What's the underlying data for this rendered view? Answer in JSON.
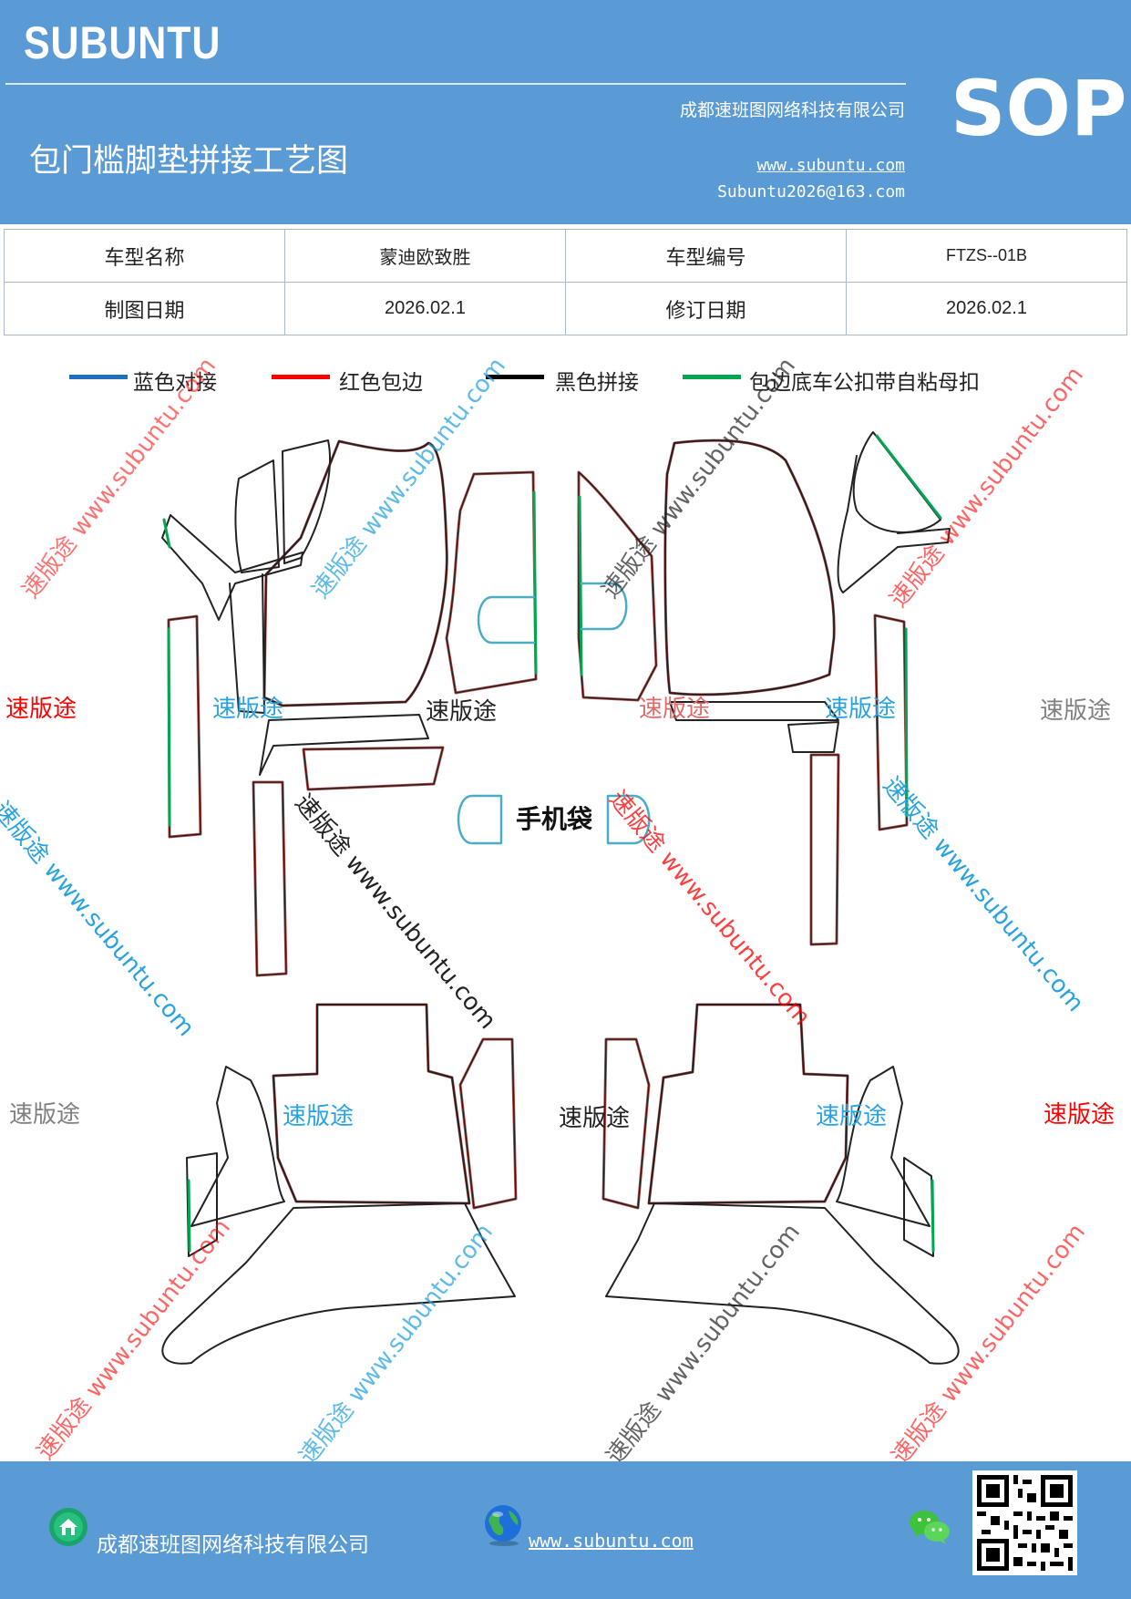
{
  "header": {
    "brand": "SUBUNTU",
    "company": "成都速班图网络科技有限公司",
    "title": "包门槛脚垫拼接工艺图",
    "website": "www.subuntu.com",
    "email": "Subuntu2026@163.com",
    "doc_type": "SOP",
    "bg_color": "#5b9bd5"
  },
  "info_table": {
    "rows": [
      [
        "车型名称",
        "蒙迪欧致胜",
        "车型编号",
        "FTZS--01B"
      ],
      [
        "制图日期",
        "2026.02.1",
        "修订日期",
        "2026.02.1"
      ]
    ]
  },
  "legend": [
    {
      "label": "蓝色对接",
      "color": "#1f6fbf"
    },
    {
      "label": "红色包边",
      "color": "#ff0000"
    },
    {
      "label": "黑色拼接",
      "color": "#000000"
    },
    {
      "label": "包边底车公扣带自粘母扣",
      "color": "#00a651"
    }
  ],
  "diagram": {
    "label": "手机袋",
    "outline_color": "#222222",
    "edge_color": "#c0504d",
    "green_color": "#00a651",
    "pocket_color": "#4bacc6"
  },
  "watermarks": {
    "brand_text": "速版途",
    "url_text": "速版途 www.subuntu.com",
    "colors": [
      "#ff0000",
      "#29a3e0",
      "#222222",
      "#808080"
    ]
  },
  "footer": {
    "company": "成都速班图网络科技有限公司",
    "website": "www.subuntu.com",
    "icons": [
      "home-icon",
      "globe-icon",
      "wechat-icon",
      "qr-code"
    ]
  }
}
